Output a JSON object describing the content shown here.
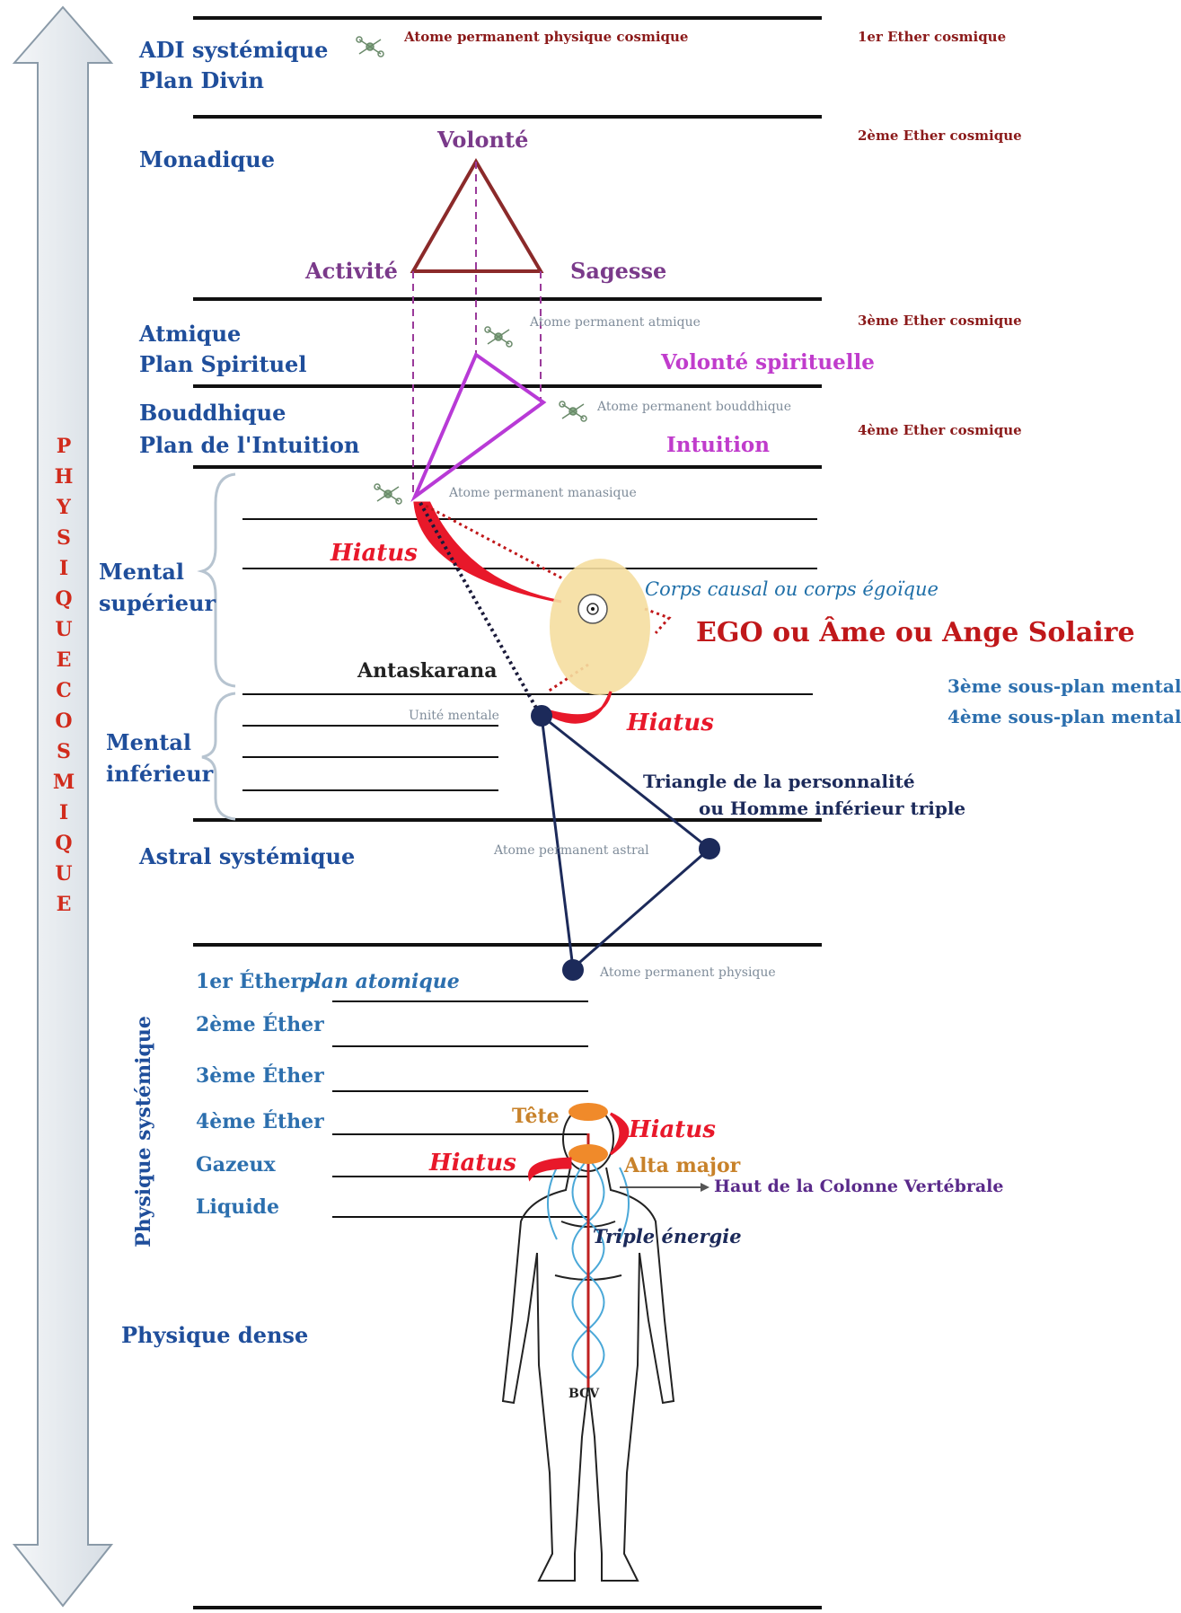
{
  "left_axis": {
    "letters": [
      "P",
      "H",
      "Y",
      "S",
      "I",
      "Q",
      "U",
      "E",
      " ",
      "C",
      "O",
      "S",
      "M",
      "I",
      "Q",
      "U",
      "E"
    ]
  },
  "planes": {
    "adi": [
      "ADI systémique",
      "Plan Divin"
    ],
    "monadique": "Monadique",
    "atmique": [
      "Atmique",
      "Plan Spirituel"
    ],
    "bouddhique": [
      "Bouddhique",
      "Plan de l'Intuition"
    ],
    "mental_superieur": [
      "Mental",
      "supérieur"
    ],
    "mental_inferieur": [
      "Mental",
      "inférieur"
    ],
    "astral": "Astral systémique",
    "physique_systemique": "Physique systémique",
    "physique_dense": "Physique dense"
  },
  "ethers_cosmiques": {
    "e1": "1er Ether cosmique",
    "e2": "2ème Ether cosmique",
    "e3": "3ème Ether cosmique",
    "e4": "4ème Ether cosmique"
  },
  "atoms": {
    "physique_cosmique": "Atome permanent physique cosmique",
    "atmique": "Atome permanent atmique",
    "bouddhique": "Atome permanent bouddhique",
    "manasique": "Atome permanent manasique",
    "unite_mentale": "Unité mentale",
    "astral": "Atome permanent astral",
    "physique": "Atome permanent physique"
  },
  "monad_triangle": {
    "top": "Volonté",
    "left": "Activité",
    "right": "Sagesse"
  },
  "spiritual_triad": {
    "volonte": "Volonté spirituelle",
    "intuition": "Intuition"
  },
  "causal": {
    "corps": "Corps causal ou corps égoïque",
    "ego": "EGO ou Âme ou Ange Solaire",
    "antaskarana": "Antaskarana",
    "hiatus": "Hiatus"
  },
  "sous_plans": {
    "s3": "3ème sous-plan mental",
    "s4": "4ème sous-plan mental"
  },
  "personnalite": [
    "Triangle de la personnalité",
    "ou Homme inférieur triple"
  ],
  "sub_physical": {
    "ether1": "1er Éther –",
    "ether1_b": "plan atomique",
    "ether2": "2ème Éther",
    "ether3": "3ème Éther",
    "ether4": "4ème Éther",
    "gazeux": "Gazeux",
    "liquide": "Liquide"
  },
  "body": {
    "tete": "Tête",
    "alta_major": "Alta major",
    "colonne": "Haut de la Colonne Vertébrale",
    "triple": "Triple énergie",
    "bcv": "BCV"
  },
  "colors": {
    "blue": "#1f4e9b",
    "red": "#e8182a",
    "purple": "#c03ccc",
    "dark_red_triangle": "#8b2a2a",
    "navy": "#1c2a5a",
    "causal_yellow": "#f5dea0"
  }
}
